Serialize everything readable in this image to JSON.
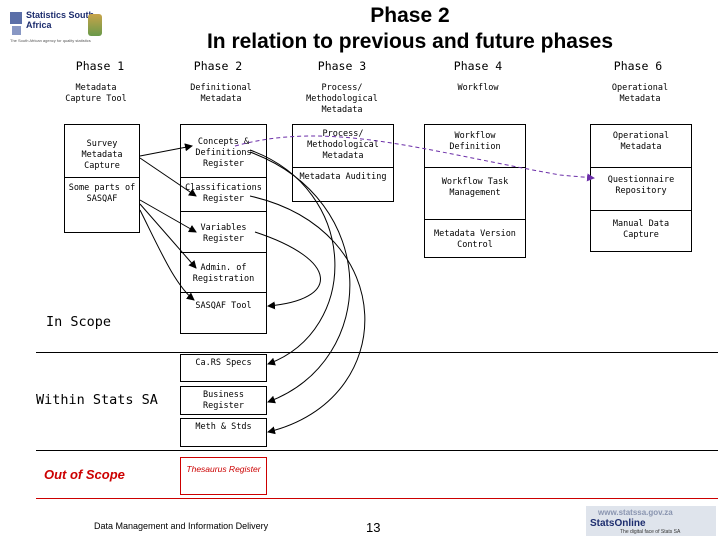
{
  "logo": {
    "brand": "Statistics South Africa",
    "tagline": "The South African agency for quality statistics"
  },
  "title": {
    "line1": "Phase 2",
    "line2": "In relation to previous and future phases"
  },
  "columns": [
    {
      "header": "Phase 1",
      "subheader": "Metadata Capture Tool"
    },
    {
      "header": "Phase 2",
      "subheader": "Definitional Metadata"
    },
    {
      "header": "Phase 3",
      "subheader": "Process/ Methodological Metadata"
    },
    {
      "header": "Phase 4",
      "subheader": "Workflow"
    },
    {
      "header": "Phase 6",
      "subheader": "Operational Metadata"
    }
  ],
  "phase1_items": [
    "Survey Metadata Capture",
    "Some parts of SASQAF"
  ],
  "phase2_items": [
    "Concepts & Definitions Register",
    "Classifications Register",
    "Variables Register",
    "Admin. of Registration",
    "SASQAF Tool"
  ],
  "phase3_items": [
    "Process/ Methodological Metadata",
    "Metadata Auditing"
  ],
  "phase4_items": [
    "Workflow Definition",
    "Workflow Task Management",
    "Metadata Version Control"
  ],
  "phase6_items": [
    "Operational Metadata",
    "Questionnaire Repository",
    "Manual Data Capture"
  ],
  "scopes": {
    "in_scope": "In Scope",
    "within_stats_sa": "Within Stats SA",
    "out_of_scope": "Out of Scope"
  },
  "within_items": [
    "Ca.RS Specs",
    "Business Register",
    "Meth & Stds"
  ],
  "out_items": [
    "Thesaurus Register"
  ],
  "footer": {
    "left": "Data Management and Information Delivery",
    "page": "13"
  },
  "stats_online": {
    "url": "www.statssa.gov.za",
    "name": "StatsOnline",
    "tagline": "The digital face of Stats SA"
  },
  "colors": {
    "out_of_scope": "#cc0000",
    "dashed_arrow": "#6b2ea8"
  }
}
